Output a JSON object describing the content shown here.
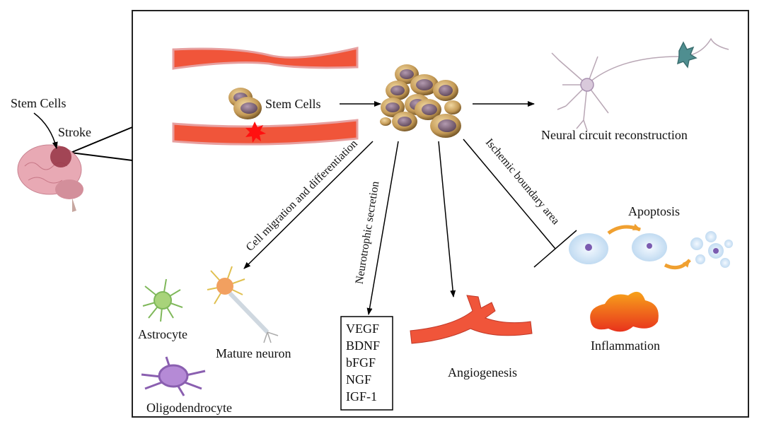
{
  "left": {
    "stem_cells": "Stem Cells",
    "stroke": "Stroke"
  },
  "main": {
    "stem_cells_label": "Stem Cells",
    "neural_circuit": "Neural circuit reconstruction",
    "migration": "Cell migration and differentiation",
    "neurotrophic": "Neurotrophic secretion",
    "ischemic": "Ischemic boundary area",
    "apoptosis": "Apoptosis",
    "inflammation": "Inflammation",
    "angiogenesis": "Angiogenesis",
    "astrocyte": "Astrocyte",
    "mature_neuron": "Mature neuron",
    "oligodendrocyte": "Oligodendrocyte",
    "factors": [
      "VEGF",
      "BDNF",
      "bFGF",
      "NGF",
      "IGF-1"
    ]
  },
  "colors": {
    "vessel": "#f0553a",
    "cell": "#c49a56",
    "nucleus": "#8a6f80",
    "brain": "#e8a9b4",
    "stroke_area": "#9a3a4a",
    "arrow_orange": "#f0a030",
    "inflammation": "#f05a1e"
  }
}
